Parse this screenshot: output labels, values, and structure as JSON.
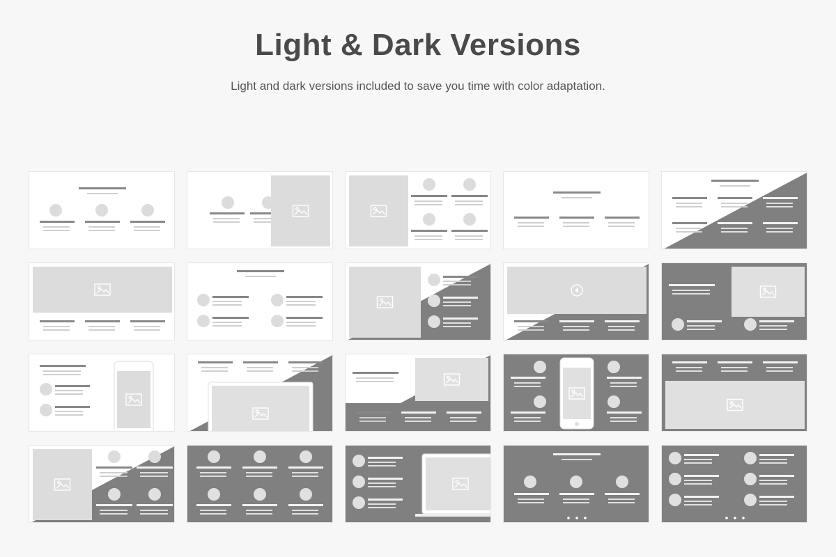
{
  "header": {
    "title": "Light & Dark Versions",
    "subtitle": "Light and dark versions included to save you time with color adaptation."
  },
  "colors": {
    "background": "#f7f7f7",
    "slide_light": "#ffffff",
    "slide_dark": "#808080",
    "text": "#4a4a4a",
    "placeholder": "#dcdcdc",
    "bar_dark": "#888888",
    "bar_light": "#cfcfcf"
  },
  "thumbnails": [
    {
      "variant": "light",
      "layout": "three-circles-columns"
    },
    {
      "variant": "light",
      "layout": "two-circles-image-right"
    },
    {
      "variant": "light",
      "layout": "image-left-four-circles"
    },
    {
      "variant": "light",
      "layout": "title-three-columns"
    },
    {
      "variant": "diagonal",
      "layout": "title-six-columns"
    },
    {
      "variant": "light",
      "layout": "banner-image-three-columns"
    },
    {
      "variant": "light",
      "layout": "title-four-circle-items"
    },
    {
      "variant": "diagonal",
      "layout": "image-left-three-list"
    },
    {
      "variant": "diagonal",
      "layout": "video-three-columns"
    },
    {
      "variant": "dark",
      "layout": "text-image-two-items"
    },
    {
      "variant": "light",
      "layout": "list-phone-mockup"
    },
    {
      "variant": "diagonal",
      "layout": "columns-laptop-mockup"
    },
    {
      "variant": "diagonal",
      "layout": "text-image-three-columns"
    },
    {
      "variant": "dark",
      "layout": "phone-four-circles"
    },
    {
      "variant": "dark",
      "layout": "columns-banner-image"
    },
    {
      "variant": "diagonal",
      "layout": "image-left-four-circles-bottom"
    },
    {
      "variant": "dark",
      "layout": "six-circle-columns"
    },
    {
      "variant": "dark",
      "layout": "list-laptop-mockup"
    },
    {
      "variant": "dark",
      "layout": "title-three-circles-dots"
    },
    {
      "variant": "dark",
      "layout": "six-list-items-dots"
    }
  ]
}
